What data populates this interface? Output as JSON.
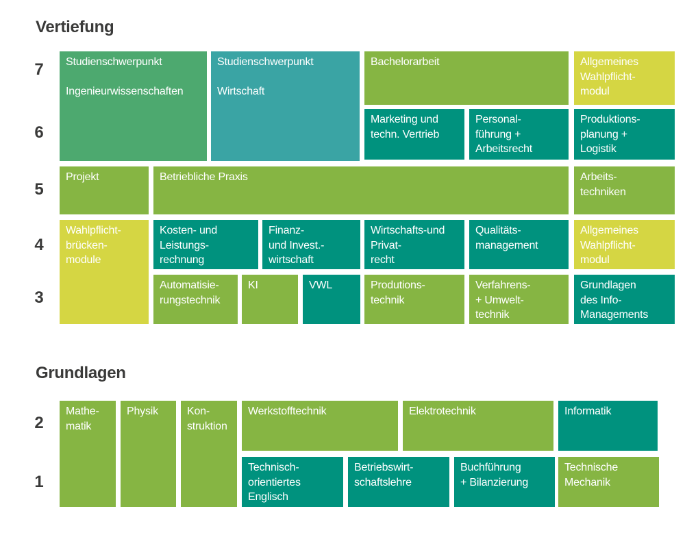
{
  "titles": {
    "vertiefung": "Vertiefung",
    "grundlagen": "Grundlagen"
  },
  "row_labels": {
    "s7": "7",
    "s6": "6",
    "s5": "5",
    "s4": "4",
    "s3": "3",
    "s2": "2",
    "s1": "1"
  },
  "colors": {
    "module_green": "#86b543",
    "module_teal": "#00927e",
    "module_lime": "#d5d643",
    "module_seagreen": "#4da96f",
    "module_tealblue": "#3aa4a4",
    "text_on_module": "#ffffff",
    "text_headings": "#3a3a39"
  },
  "modules": {
    "sp_ing": "Studienschwerpunkt\n\nIngenieurwissenschaften",
    "sp_wirt": "Studienschwerpunkt\n\nWirtschaft",
    "bachelor": "Bachelorarbeit",
    "wahl7": "Allgemeines\nWahlpflicht-\nmodul",
    "marketing": "Marketing und\ntechn. Vertrieb",
    "personal": "Personal-\nführung +\nArbeitsrecht",
    "prodplan": "Produktions-\nplanung +\nLogistik",
    "projekt": "Projekt",
    "praxis": "Betriebliche Praxis",
    "arbeitstech": "Arbeits-\ntechniken",
    "wahlbruecke": "Wahlpflicht-\nbrücken-\nmodule",
    "kosten": "Kosten- und\nLeistungs-\nrechnung",
    "finanz": "Finanz-\nund Invest.-\nwirtschaft",
    "wirtrecht": "Wirtschafts-und\nPrivat-\nrecht",
    "qualitaet": "Qualitäts-\nmanagement",
    "wahl4": "Allgemeines\nWahlpflicht-\nmodul",
    "autom": "Automatisie-\nrungstechnik",
    "ki": "KI",
    "vwl": "VWL",
    "prodtech": "Produtions-\ntechnik",
    "verfahren": "Verfahrens-\n+ Umwelt-\ntechnik",
    "info": "Grundlagen\ndes Info-\nManagements",
    "mathe": "Mathe-\nmatik",
    "physik": "Physik",
    "kon": "Kon-\nstruktion",
    "werkstoff": "Werkstofftechnik",
    "elektro": "Elektrotechnik",
    "informatik": "Informatik",
    "englisch": "Technisch-\norientiertes\nEnglisch",
    "bwl": "Betriebswirt-\nschaftslehre",
    "buchf": "Buchführung\n+ Bilanzierung",
    "techmech": "Technische\nMechanik"
  }
}
